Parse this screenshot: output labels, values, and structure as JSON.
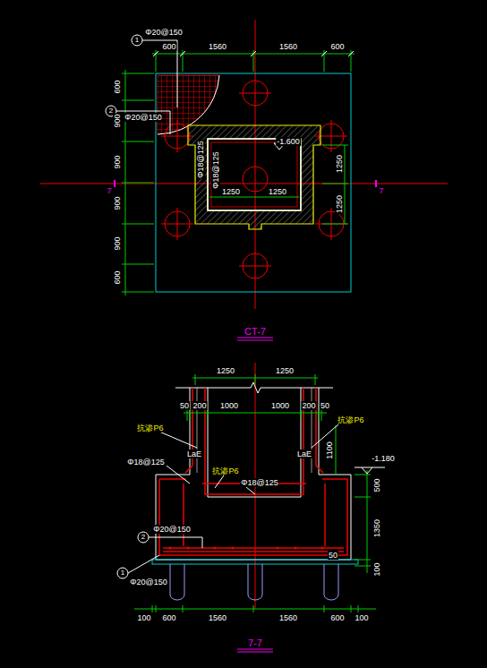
{
  "diagram": {
    "labels": [
      "1",
      "Φ20@150",
      "600",
      "1560",
      "1560",
      "600",
      "2",
      "Φ20@150",
      "600",
      "900",
      "900",
      "900",
      "900",
      "600",
      "Φ18@125",
      "Φ18@125",
      "-1.600",
      "1250",
      "1250",
      "1250",
      "1250",
      "7",
      "7",
      "CT-7",
      "1250",
      "1250",
      "50",
      "200",
      "1000",
      "1000",
      "200",
      "50",
      "抗渗P6",
      "抗渗P6",
      "抗渗P6",
      "1100",
      "Φ18@125",
      "LaE",
      "LaE",
      "Φ18@125",
      "-1.180",
      "500",
      "1350",
      "100",
      "2",
      "Φ20@150",
      "1",
      "Φ20@150",
      "50",
      "100",
      "600",
      "1560",
      "1560",
      "600",
      "100",
      "7-7"
    ]
  }
}
